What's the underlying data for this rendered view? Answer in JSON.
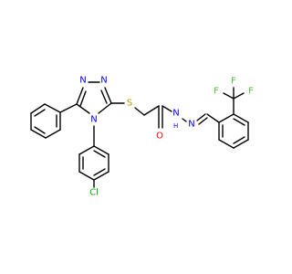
{
  "molecule": {
    "atoms": {
      "n1": {
        "text": "N",
        "color": "#0000ff"
      },
      "n2": {
        "text": "N",
        "color": "#0000ff"
      },
      "n4": {
        "text": "N",
        "color": "#0000ff"
      },
      "s": {
        "text": "S",
        "color": "#b8a000"
      },
      "o": {
        "text": "O",
        "color": "#ff0000"
      },
      "nh": {
        "text": "N",
        "sub": "H",
        "color": "#0000ff"
      },
      "n_imine": {
        "text": "N",
        "color": "#0000ff"
      },
      "cl": {
        "text": "Cl",
        "color": "#00aa00"
      },
      "f1": {
        "text": "F",
        "color": "#55bb44"
      },
      "f2": {
        "text": "F",
        "color": "#55bb44"
      },
      "f3": {
        "text": "F",
        "color": "#55bb44"
      }
    }
  }
}
